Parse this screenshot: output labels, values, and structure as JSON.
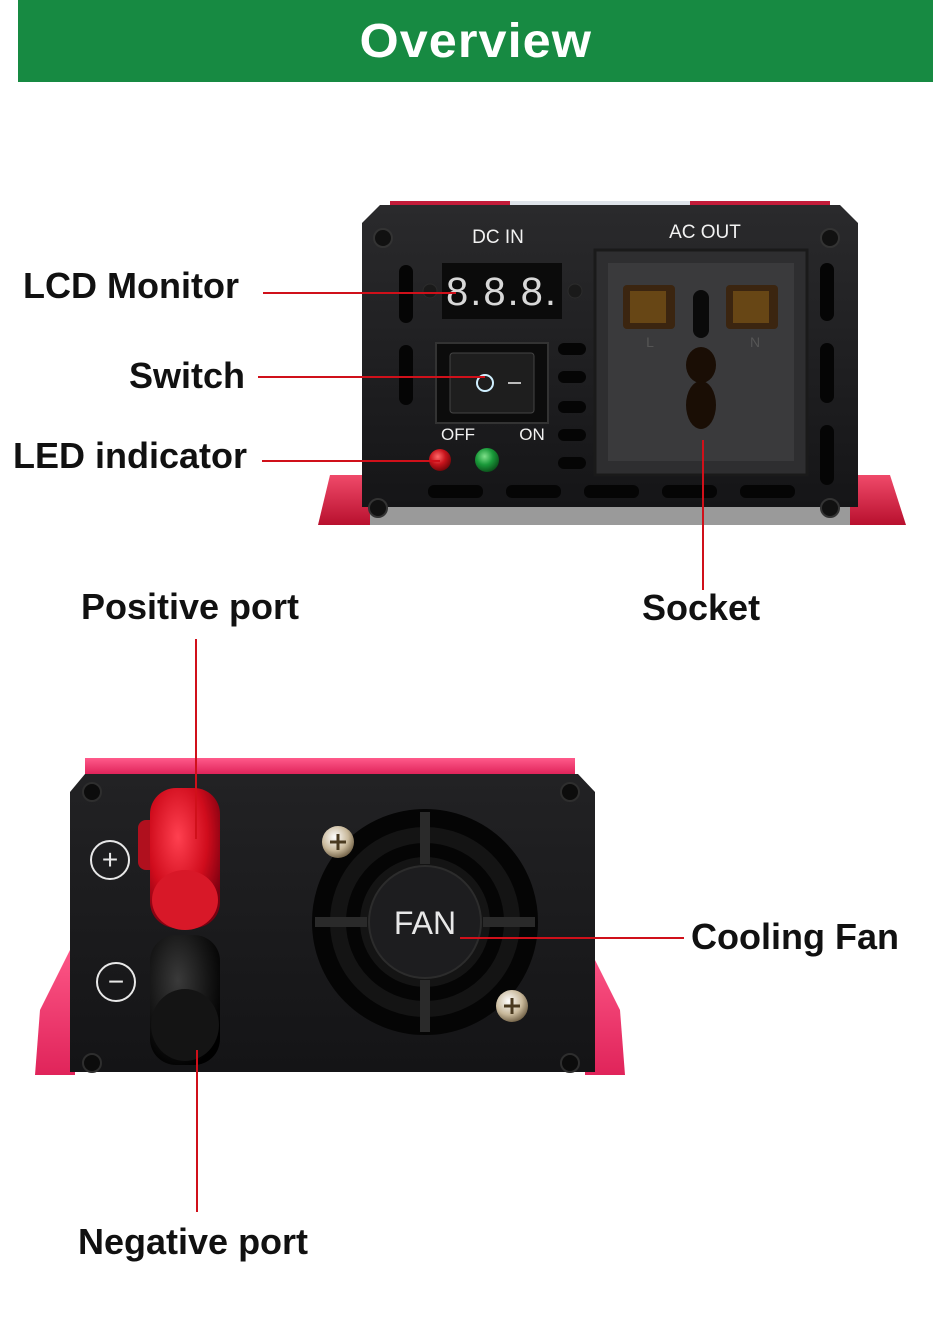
{
  "header": {
    "title": "Overview",
    "background_color": "#178a42"
  },
  "front_panel": {
    "labels": {
      "lcd_monitor": "LCD Monitor",
      "switch": "Switch",
      "led_indicator": "LED indicator",
      "socket": "Socket"
    },
    "panel_text": {
      "dc_in": "DC IN",
      "ac_out": "AC OUT",
      "off": "OFF",
      "on": "ON",
      "lcd_display": "8.8.8.",
      "socket_live": "L",
      "socket_neutral": "N"
    },
    "switch_symbols": {
      "off_symbol": "O",
      "on_symbol": "—"
    },
    "led_colors": {
      "off_led": "#c8141c",
      "on_led": "#1a9a3a"
    }
  },
  "back_panel": {
    "labels": {
      "positive_port": "Positive port",
      "negative_port": "Negative port",
      "cooling_fan": "Cooling Fan"
    },
    "panel_text": {
      "fan": "FAN",
      "plus_symbol": "+",
      "minus_symbol": "−"
    }
  },
  "colors": {
    "callout_line": "#d0101a",
    "housing_red": "#e8345a",
    "panel_black": "#1b1b1d"
  }
}
